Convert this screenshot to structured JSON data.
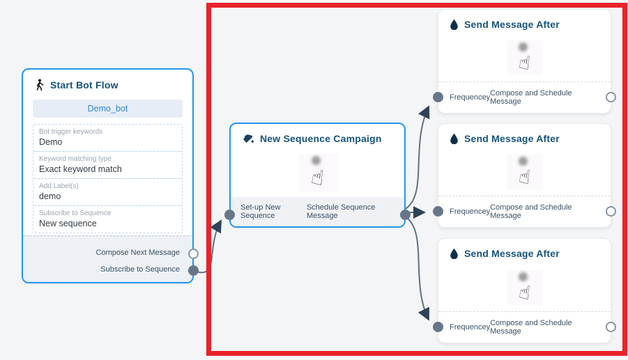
{
  "canvas": {
    "background": "#f4f5f7",
    "accent_blue": "#2196f3",
    "title_color": "#15537b",
    "edge_color": "#5e7184",
    "highlight_frame_color": "#e9222c",
    "port_filled_color": "#67778a"
  },
  "icons": {
    "start": "walking-person-icon",
    "campaign": "paint-bucket-icon",
    "message": "water-drop-icon",
    "cursor": "hand-pointer-click-icon"
  },
  "nodes": {
    "start_bot_flow": {
      "title": "Start Bot Flow",
      "bot_button_label": "Demo_bot",
      "fields": [
        {
          "label": "Bot trigger keywords",
          "value": "Demo"
        },
        {
          "label": "Keyword matching type",
          "value": "Exact keyword match"
        },
        {
          "label": "Add Label(s)",
          "value": "demo"
        },
        {
          "label": "Subscribe to Sequence",
          "value": "New sequence"
        }
      ],
      "outputs": [
        {
          "label": "Compose Next Message",
          "port": "open"
        },
        {
          "label": "Subscribe to Sequence",
          "port": "filled"
        }
      ]
    },
    "new_sequence_campaign": {
      "title": "New Sequence Campaign",
      "input_label": "Set-up New Sequence",
      "output_label": "Schedule Sequence Message"
    },
    "send_message_after": {
      "title": "Send Message After",
      "input_label": "Frequencey",
      "output_label": "Compose and Schedule Message"
    }
  },
  "edges": [
    {
      "from": "start-bot-flow.subscribe-to-sequence",
      "to": "new-sequence-campaign.set-up-new-sequence"
    },
    {
      "from": "new-sequence-campaign.schedule-sequence-message",
      "to": "send-message-after-1.frequencey"
    },
    {
      "from": "new-sequence-campaign.schedule-sequence-message",
      "to": "send-message-after-2.frequencey"
    },
    {
      "from": "new-sequence-campaign.schedule-sequence-message",
      "to": "send-message-after-3.frequencey"
    }
  ]
}
